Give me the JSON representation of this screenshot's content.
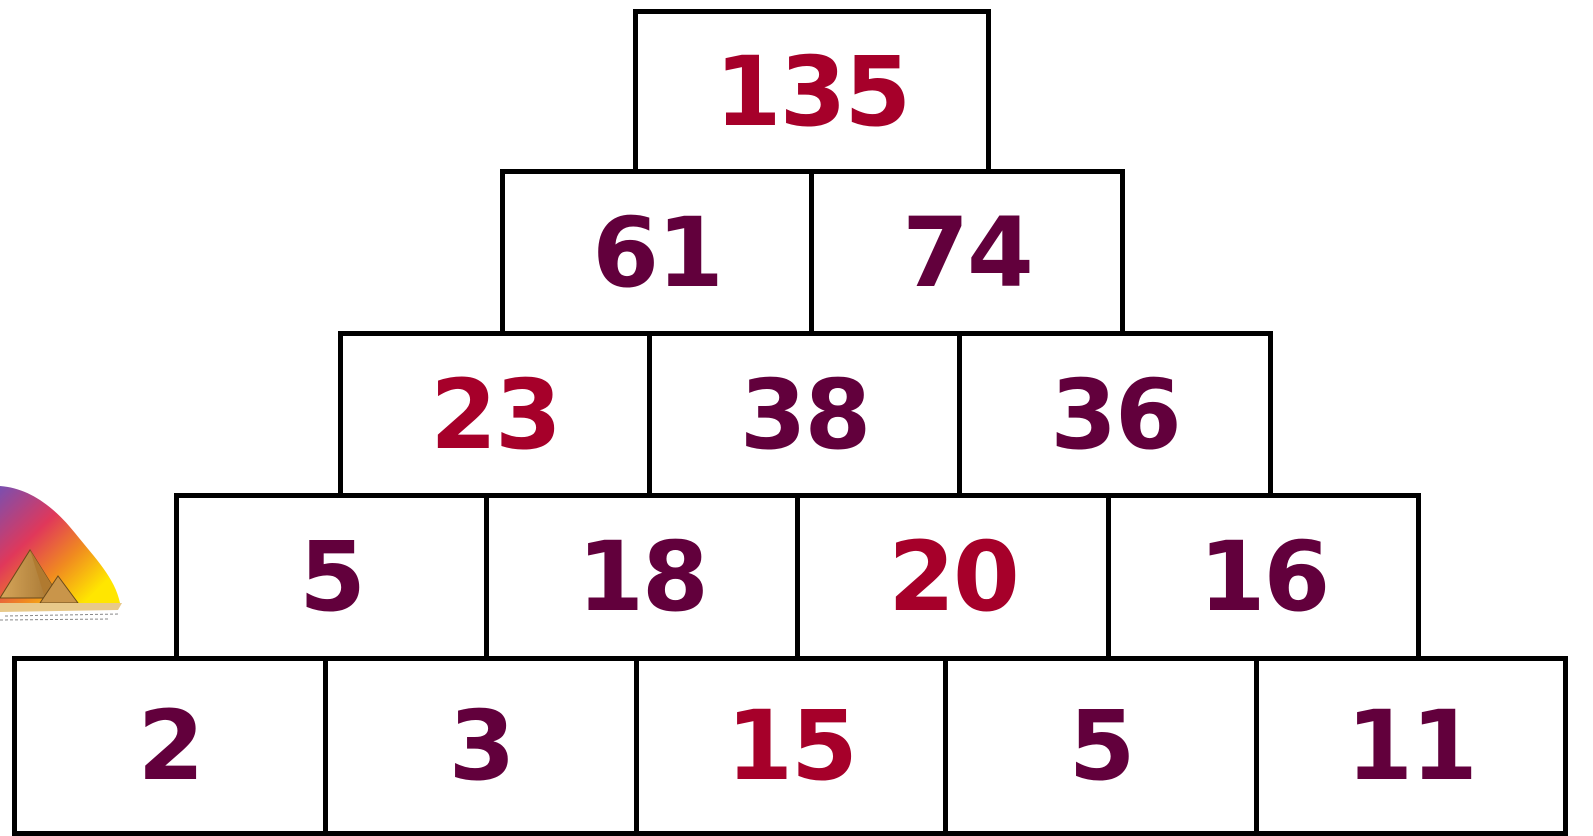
{
  "colors": {
    "red": "#a6002a",
    "plum": "#62003c",
    "border": "#000000"
  },
  "clipart_icon": "pyramids-sunset-icon",
  "pyramid": {
    "row1": [
      {
        "value": "135",
        "color": "red"
      }
    ],
    "row2": [
      {
        "value": "61",
        "color": "plum"
      },
      {
        "value": "74",
        "color": "plum"
      }
    ],
    "row3": [
      {
        "value": "23",
        "color": "red"
      },
      {
        "value": "38",
        "color": "plum"
      },
      {
        "value": "36",
        "color": "plum"
      }
    ],
    "row4": [
      {
        "value": "5",
        "color": "plum"
      },
      {
        "value": "18",
        "color": "plum"
      },
      {
        "value": "20",
        "color": "red"
      },
      {
        "value": "16",
        "color": "plum"
      }
    ],
    "row5": [
      {
        "value": "2",
        "color": "plum"
      },
      {
        "value": "3",
        "color": "plum"
      },
      {
        "value": "15",
        "color": "red"
      },
      {
        "value": "5",
        "color": "plum"
      },
      {
        "value": "11",
        "color": "plum"
      }
    ]
  }
}
